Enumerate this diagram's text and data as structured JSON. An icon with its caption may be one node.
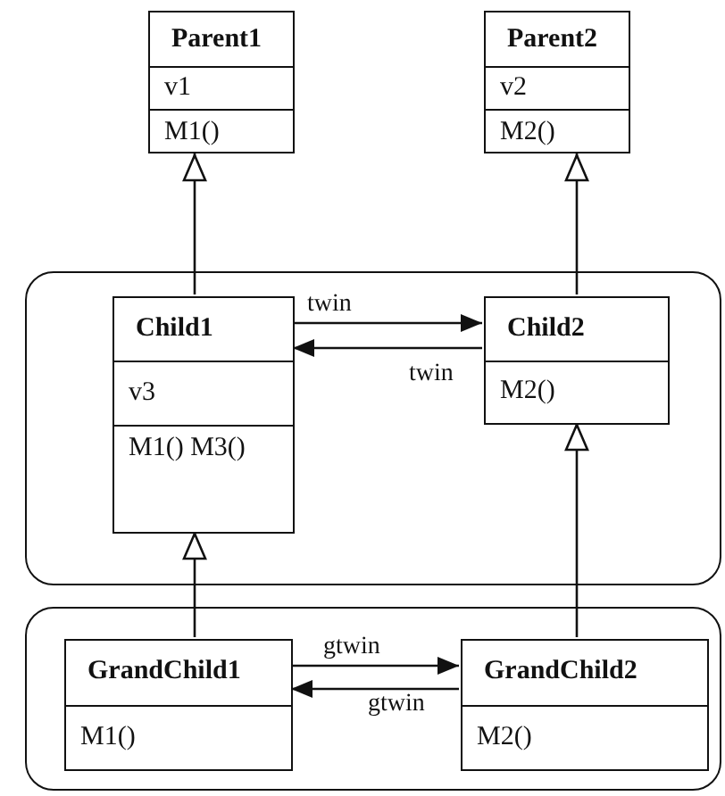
{
  "diagram": {
    "nodes": [
      {
        "text": [
          "Parent1",
          "v1",
          "M1()"
        ]
      },
      {
        "text": [
          "Parent2",
          "v2",
          "M2()"
        ]
      },
      {
        "text": [],
        "shape": "box"
      },
      {
        "text": [
          "Child1",
          "v3",
          "M1() M3()"
        ],
        "in": 2
      },
      {
        "text": [
          "Child2",
          "M2()"
        ],
        "in": 2
      },
      {
        "text": [],
        "shape": "box"
      },
      {
        "text": [
          "GrandChild1",
          "M1()"
        ],
        "in": 5
      },
      {
        "text": [
          "GrandChild2",
          "M2()"
        ],
        "in": 5
      }
    ],
    "edges": [
      {
        "from": 3,
        "to": 0,
        "arrow": "to"
      },
      {
        "from": 4,
        "to": 1,
        "arrow": "to"
      },
      {
        "from": 3,
        "to": 4,
        "arrow": "to",
        "label": "twin"
      },
      {
        "from": 4,
        "to": 3,
        "arrow": "to",
        "label": "twin"
      },
      {
        "from": 6,
        "to": 3,
        "arrow": "to"
      },
      {
        "from": 7,
        "to": 4,
        "arrow": "to"
      },
      {
        "from": 6,
        "to": 7,
        "arrow": "to",
        "label": "gtwin"
      },
      {
        "from": 7,
        "to": 6,
        "arrow": "to",
        "label": "gtwin"
      }
    ]
  }
}
